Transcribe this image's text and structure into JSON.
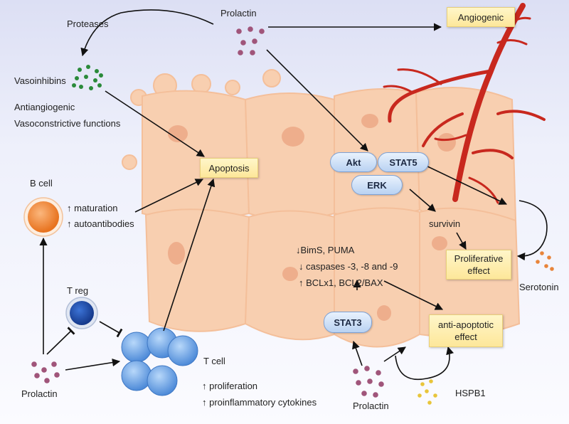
{
  "labels": {
    "prolactin_top": "Prolactin",
    "proteases": "Proteases",
    "vasoinhibins": "Vasoinhibins",
    "antiangiogenic": "Antiangiogenic",
    "vasoconstrictive": "Vasoconstrictive functions",
    "b_cell": "B cell",
    "maturation": "↑ maturation",
    "autoantibodies": "↑ autoantibodies",
    "t_reg": "T reg",
    "prolactin_left": "Prolactin",
    "t_cell": "T cell",
    "proliferation": "↑ proliferation",
    "proinflammatory": "↑ proinflammatory cytokines",
    "survivin": "survivin",
    "serotonin": "Serotonin",
    "bims": "↓BimS, PUMA",
    "caspases": "↓ caspases -3, -8 and -9",
    "bcl": "↑ BCLx1, BCL2/BAX",
    "prolactin_bottom": "Prolactin",
    "hspb1": "HSPB1"
  },
  "boxes": {
    "angiogenic": "Angiogenic",
    "apoptosis": "Apoptosis",
    "proliferative_1": "Proliferative",
    "proliferative_2": "effect",
    "anti_apoptotic_1": "anti-apoptotic",
    "anti_apoptotic_2": "effect"
  },
  "pills": {
    "akt": "Akt",
    "stat5": "STAT5",
    "erk": "ERK",
    "stat3": "STAT3"
  },
  "colors": {
    "prolactin_dot": "#a0557a",
    "vasoinhibin_dot": "#2a8a3a",
    "serotonin_dot": "#e8843a",
    "hspb1_dot": "#e8c53a",
    "cell_fill": "#f8cfb0",
    "nucleus": "#eeae8c",
    "vessel": "#c8281e",
    "b_cell": "#f0843a",
    "t_reg": "#1f4aa8",
    "t_cell": "#6aa6e6"
  }
}
